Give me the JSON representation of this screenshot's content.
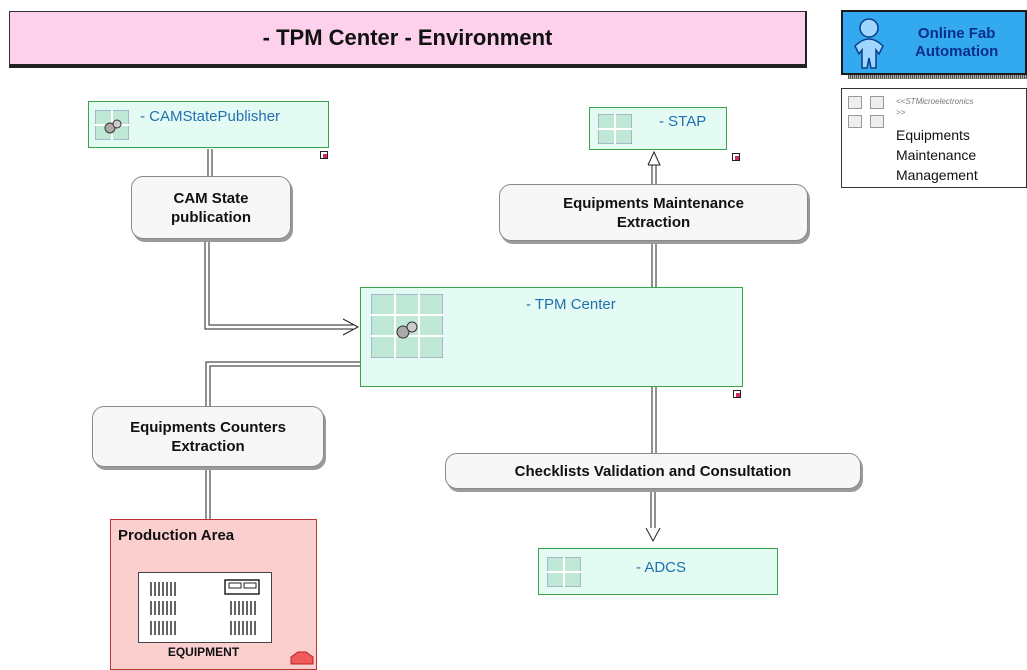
{
  "title": "- TPM Center - Environment",
  "brand": {
    "line1": "Online Fab",
    "line2": "Automation",
    "icon": "user-figure-icon"
  },
  "legend": {
    "stereotype_line1": "<<STMicroelectronics",
    "stereotype_line2": ">>",
    "lines": [
      "Equipments",
      "Maintenance",
      "Management"
    ]
  },
  "components": {
    "cam_state_publisher": "- CAMStatePublisher",
    "stap": "- STAP",
    "tpm_center": "- TPM Center",
    "adcs": "- ADCS"
  },
  "processes": {
    "cam_state_publication": {
      "line1": "CAM State",
      "line2": "publication"
    },
    "equipments_maintenance_extraction": {
      "line1": "Equipments Maintenance",
      "line2": "Extraction"
    },
    "equipments_counters_extraction": {
      "line1": "Equipments Counters",
      "line2": "Extraction"
    },
    "checklists_validation": "Checklists Validation and Consultation"
  },
  "production_area": {
    "label": "Production Area",
    "equipment_label": "EQUIPMENT"
  },
  "colors": {
    "banner_fill": "#fdd0ec",
    "brand_fill": "#33aaf0",
    "component_fill": "#e4fbf4",
    "component_border": "#3aa24a",
    "component_text": "#2070b0",
    "production_fill": "#fccfcf"
  }
}
